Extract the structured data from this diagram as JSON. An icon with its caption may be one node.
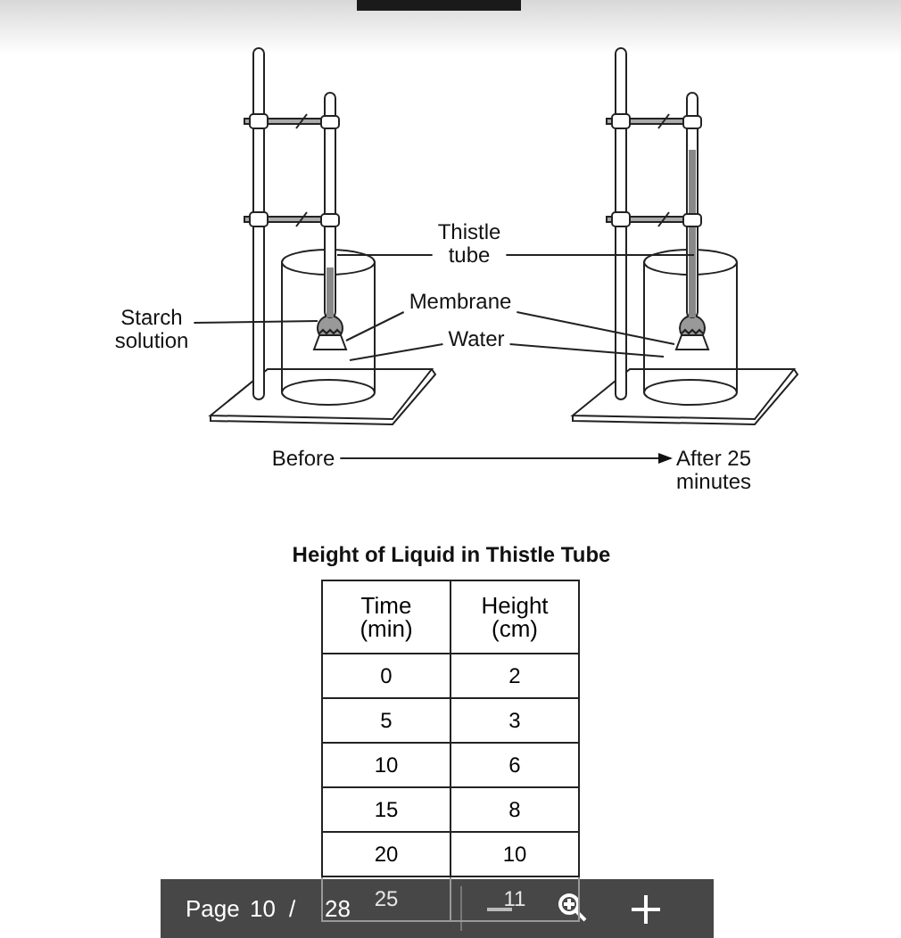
{
  "diagram": {
    "nodes": [
      {
        "text": [
          "Starch solution"
        ]
      },
      {
        "text": [
          "Thistle tube"
        ]
      },
      {
        "text": [
          "Membrane"
        ]
      },
      {
        "text": [
          "Water"
        ]
      },
      {
        "text": [],
        "shape": "bulb",
        "in": 9
      },
      {
        "text": [],
        "shape": "tube"
      },
      {
        "text": [],
        "shape": "tube"
      },
      {
        "text": [],
        "shape": "membrane",
        "in": 9
      },
      {
        "text": [],
        "shape": "membrane",
        "in": 10
      },
      {
        "text": [],
        "shape": "beaker"
      },
      {
        "text": [],
        "shape": "beaker"
      },
      {
        "text": [
          "Before"
        ]
      },
      {
        "text": [
          "After 25 minutes"
        ]
      },
      {
        "text": [],
        "shape": "bulb",
        "in": 10
      }
    ],
    "edges": [
      {
        "from": 0,
        "to": 4,
        "arrow": "none"
      },
      {
        "from": 1,
        "to": 5,
        "arrow": "none"
      },
      {
        "from": 1,
        "to": 6,
        "arrow": "none"
      },
      {
        "from": 2,
        "to": 7,
        "arrow": "none"
      },
      {
        "from": 2,
        "to": 8,
        "arrow": "none"
      },
      {
        "from": 3,
        "to": 9,
        "arrow": "none"
      },
      {
        "from": 3,
        "to": 10,
        "arrow": "none"
      },
      {
        "from": 11,
        "to": 12,
        "arrow": "to"
      }
    ],
    "labels": [
      "Height of Liquid in Thistle Tube",
      "Time (min)",
      "Height (cm)",
      "0",
      "2",
      "5",
      "3",
      "10",
      "6",
      "15",
      "8",
      "20",
      "10",
      "25",
      "11",
      "Page",
      "10",
      "/",
      "28"
    ]
  }
}
